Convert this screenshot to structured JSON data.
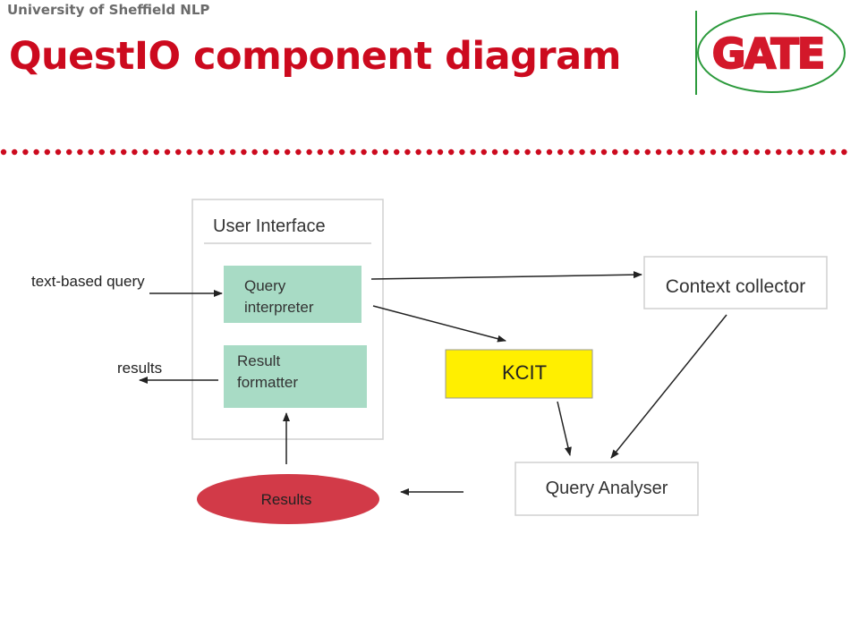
{
  "header": {
    "org": "University of Sheffield NLP",
    "title": "QuestIO component diagram",
    "logo_text": "GATE"
  },
  "colors": {
    "title": "#cc0a1e",
    "divider_dots": "#cc0a1e",
    "logo": "#d3182a",
    "logo_ring": "#2c9a3c",
    "green_box": "#a8dbc5",
    "kcit_box": "#ffef00",
    "results_ellipse": "#d23a48"
  },
  "diagram": {
    "user_interface": {
      "label": "User Interface"
    },
    "query_interpreter": {
      "label_line1": "Query",
      "label_line2": "interpreter"
    },
    "result_formatter": {
      "label_line1": "Result",
      "label_line2": "formatter"
    },
    "context_collector": {
      "label": "Context collector"
    },
    "kcit": {
      "label": "KCIT"
    },
    "query_analyser": {
      "label": "Query Analyser"
    },
    "results": {
      "label": "Results"
    },
    "input_label": "text-based query",
    "output_label": "results"
  }
}
